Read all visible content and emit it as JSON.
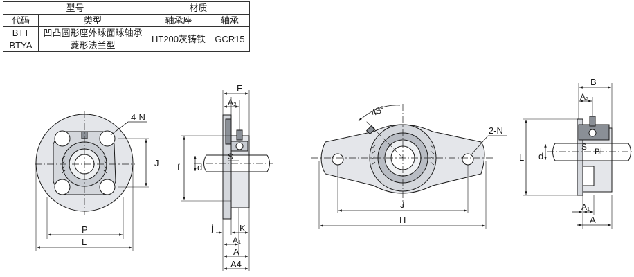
{
  "table": {
    "header_model": "型号",
    "header_material": "材质",
    "col_code": "代码",
    "col_type": "类型",
    "col_seat": "轴承座",
    "col_bearing": "轴承",
    "rows": [
      {
        "code": "BTT",
        "type": "凹凸圆形座外球面球轴承"
      },
      {
        "code": "BTYA",
        "type": "菱形法兰型"
      }
    ],
    "seat_material": "HT200灰铸铁",
    "bearing_material": "GCR15"
  },
  "drawing_labels": {
    "round_front": {
      "n": "4-N",
      "p": "P",
      "l": "L",
      "j": "J"
    },
    "round_side": {
      "e": "E",
      "a2": "A₂",
      "f": "f",
      "d": "d",
      "s": "S",
      "j": "j",
      "k": "K",
      "a1": "A₁",
      "a": "A",
      "a4": "A4"
    },
    "oval_front": {
      "angle": "45°",
      "n": "2-N",
      "j": "J",
      "h": "H"
    },
    "oval_side": {
      "b": "B",
      "a2": "A₂",
      "l": "L",
      "d": "d",
      "s": "S",
      "bi": "Bi",
      "a1": "A₁",
      "a": "A"
    }
  },
  "colors": {
    "line": "#1a1a1a",
    "body_fill": "#e4e6ea",
    "dark_fill": "#8a8f96",
    "shaft_fill": "#ffffff"
  }
}
